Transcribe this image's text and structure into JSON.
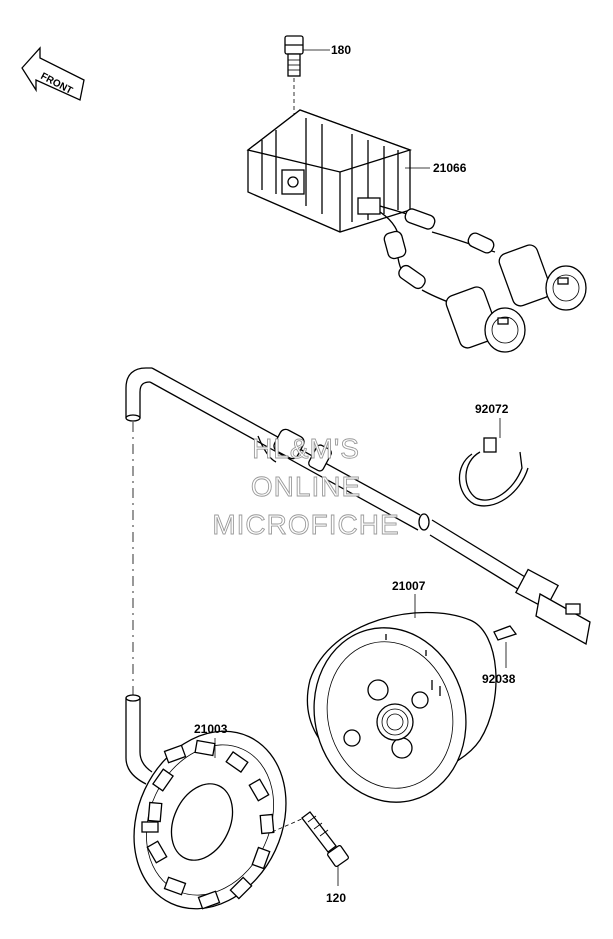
{
  "orientation": {
    "front_label": "FRONT",
    "icon": "front-arrow-icon"
  },
  "parts": {
    "bolt_top": "180",
    "regulator": "21066",
    "clamp": "92072",
    "flywheel": "21007",
    "key": "92038",
    "stator": "21003",
    "bolt_stator": "120"
  },
  "watermark": {
    "line1": "HL&M'S",
    "line2": "ONLINE",
    "line3": "MICROFICHE"
  }
}
